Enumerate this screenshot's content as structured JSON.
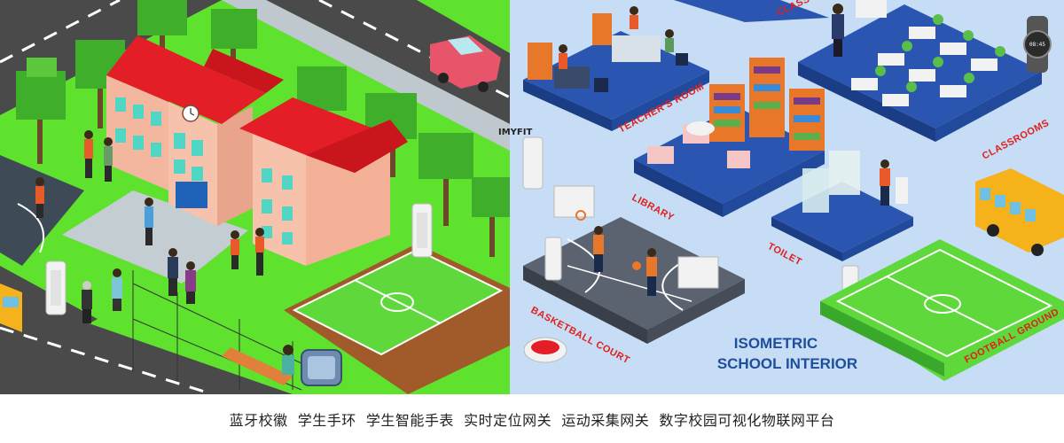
{
  "brand": "IMYFIT",
  "title": {
    "line1": "ISOMETRIC",
    "line2": "SCHOOL INTERIOR"
  },
  "labels": {
    "teachers_room": "TEACHER'S ROOM",
    "classrooms_top": "CLASS",
    "classrooms": "CLASSROOMS",
    "library": "LIBRARY",
    "toilet": "TOILET",
    "basketball_court": "BASKETBALL COURT",
    "football_ground": "FOOTBALL GROUND"
  },
  "watch_time": "08:45",
  "caption": "蓝牙校徽  学生手环  学生智能手表  实时定位网关  运动采集网关  数字校园可视化物联网平台",
  "colors": {
    "grass": "#5ee22e",
    "road": "#4a4a4a",
    "interior_bg": "#c6ddf5",
    "floor_blue": "#2a55b0",
    "roof_red": "#e41e26",
    "label_red": "#e0201b",
    "title_blue": "#1f4e9c"
  }
}
